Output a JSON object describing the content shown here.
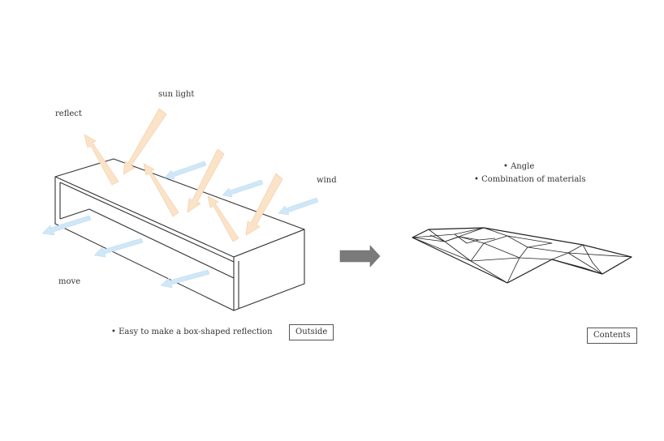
{
  "labels": {
    "sun_light": "sun light",
    "reflect": "reflect",
    "wind": "wind",
    "move": "move",
    "angle": "• Angle",
    "combination": "• Combination of materials",
    "easy": "• Easy to make a box-shaped reflection"
  },
  "boxes": {
    "outside": "Outside",
    "contents": "Contents"
  },
  "colors": {
    "sun_arrow": "#fbe3c8",
    "sun_arrow_stroke": "#f2c9a0",
    "wind_arrow": "#cfe7f7",
    "transition_arrow": "#7a7a7a",
    "line": "#333333"
  }
}
